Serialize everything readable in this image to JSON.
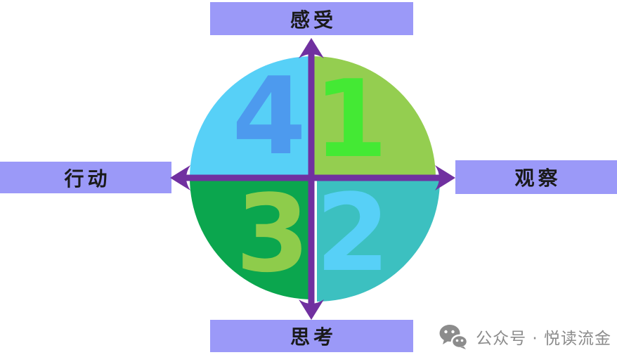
{
  "diagram": {
    "title": "four-quadrant-learning-cycle",
    "labels": {
      "top": "感受",
      "right": "观察",
      "bottom": "思考",
      "left": "行动"
    },
    "quadrants": [
      {
        "number": "1",
        "position": "top-right",
        "fill": "#94CE50",
        "number_color": "#44E934"
      },
      {
        "number": "2",
        "position": "bottom-right",
        "fill": "#3CC0C0",
        "number_color": "#57D0F7"
      },
      {
        "number": "3",
        "position": "bottom-left",
        "fill": "#0BA64E",
        "number_color": "#8ECC4B"
      },
      {
        "number": "4",
        "position": "top-left",
        "fill": "#57D0F7",
        "number_color": "#4D9AEE"
      }
    ]
  },
  "colors": {
    "background": "#FFFFFF",
    "label_box_bg": "#9B99F8",
    "label_text": "#1A1A1A",
    "axis": "#7030A0",
    "watermark": "#8C8C8C"
  },
  "watermark": {
    "icon": "wechat-icon",
    "text": "公众号 · 悦读流金"
  }
}
